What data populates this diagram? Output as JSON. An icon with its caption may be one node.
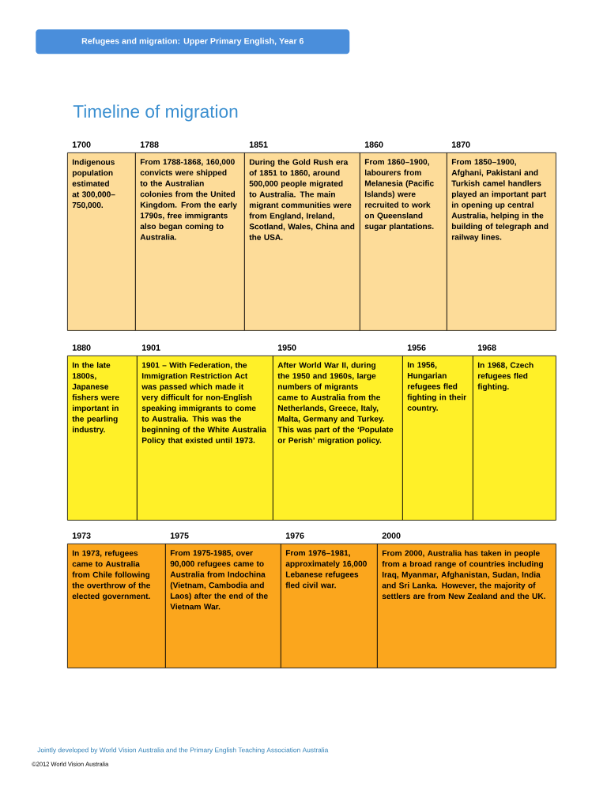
{
  "diagram": {
    "title": "Timeline of migration",
    "nodes": [
      {
        "text": [
          "Refugees and migration: Upper Primary English, Year 6"
        ]
      },
      {
        "text": [
          "1700",
          "Indigenous population estimated at 300,000–750,000."
        ]
      },
      {
        "text": [
          "1788",
          "From 1788-1868, 160,000 convicts were shipped to the Australian colonies from the United Kingdom. From the early 1790s, free immigrants also began coming to Australia."
        ]
      },
      {
        "text": [
          "1851",
          "During the Gold Rush era of 1851 to 1860, around 500,000 people migrated to Australia. The main migrant communities were from England, Ireland, Scotland, Wales, China and the USA."
        ]
      },
      {
        "text": [
          "1860",
          "From 1860–1900, labourers from Melanesia (Pacific Islands) were recruited to work on Queensland sugar plantations."
        ]
      },
      {
        "text": [
          "1870",
          "From 1850–1900, Afghani, Pakistani and Turkish camel handlers played an important part in opening up central Australia, helping in the building of telegraph and railway lines."
        ]
      },
      {
        "text": [
          "1880",
          "In the late 1800s, Japanese fishers were important in the pearling industry."
        ]
      },
      {
        "text": [
          "1901",
          "1901 – With Federation, the Immigration Restriction Act was passed which made it very difficult for non-English speaking immigrants to come to Australia. This was the beginning of the White Australia Policy that existed until 1973."
        ]
      },
      {
        "text": [
          "1950",
          "After World War II, during the 1950 and 1960s, large numbers of migrants came to Australia from the Netherlands, Greece, Italy, Malta, Germany and Turkey. This was part of the ‘Populate or Perish’ migration policy."
        ]
      },
      {
        "text": [
          "1956",
          "In 1956, Hungarian refugees fled fighting in their country."
        ]
      },
      {
        "text": [
          "1968",
          "In 1968, Czech refugees fled fighting."
        ]
      },
      {
        "text": [
          "1973",
          "In 1973, refugees came to Australia from Chile following the overthrow of the elected government."
        ]
      },
      {
        "text": [
          "1975",
          "From 1975-1985, over 90,000 refugees came to Australia from Indochina (Vietnam, Cambodia and Laos) after the end of the Vietnam War."
        ]
      },
      {
        "text": [
          "1976",
          "From 1976–1981, approximately 16,000 Lebanese refugees fled civil war."
        ]
      },
      {
        "text": [
          "2000",
          "From 2000, Australia has taken in people from a broad range of countries including Iraq, Myanmar, Afghanistan, Sudan, India and Sri Lanka. However, the majority of settlers are from New Zealand and the UK."
        ]
      }
    ],
    "labels": [
      "Jointly developed by World Vision Australia and the Primary English Teaching Association Australia",
      "©2012 World Vision Australia"
    ]
  }
}
